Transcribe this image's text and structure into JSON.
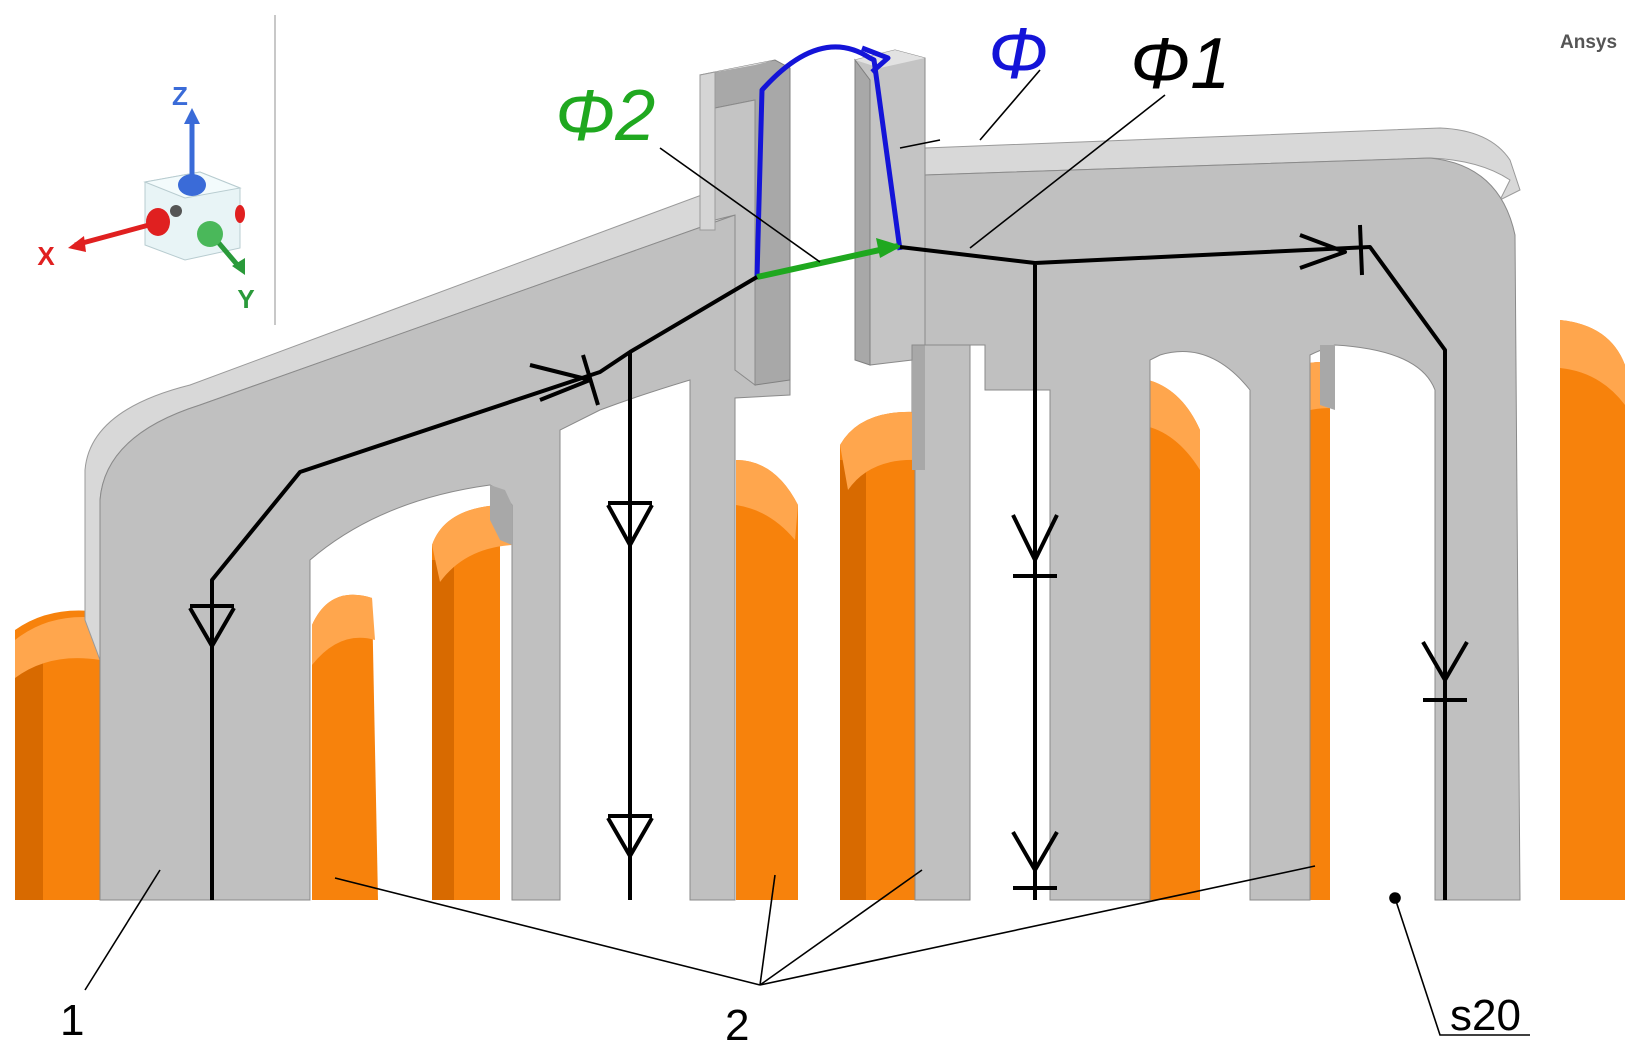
{
  "brand": "Ansys",
  "triad": {
    "x_label": "X",
    "y_label": "Y",
    "z_label": "Z",
    "x_color": "#e02020",
    "y_color": "#2a9a3a",
    "z_color": "#3a6bd8"
  },
  "flux_labels": {
    "phi": {
      "text": "Φ",
      "color": "#1414d8"
    },
    "phi1": {
      "text": "Φ1",
      "color": "#000000"
    },
    "phi2": {
      "text": "Φ2",
      "color": "#1fa81f"
    }
  },
  "part_labels": {
    "part1": "1",
    "part2": "2",
    "s20": "s20"
  },
  "colors": {
    "core": "#c0c0c0",
    "core_top": "#d8d8d8",
    "coil": "#f7820c",
    "coil_dark": "#d86a00",
    "coil_light": "#ffa64d"
  }
}
